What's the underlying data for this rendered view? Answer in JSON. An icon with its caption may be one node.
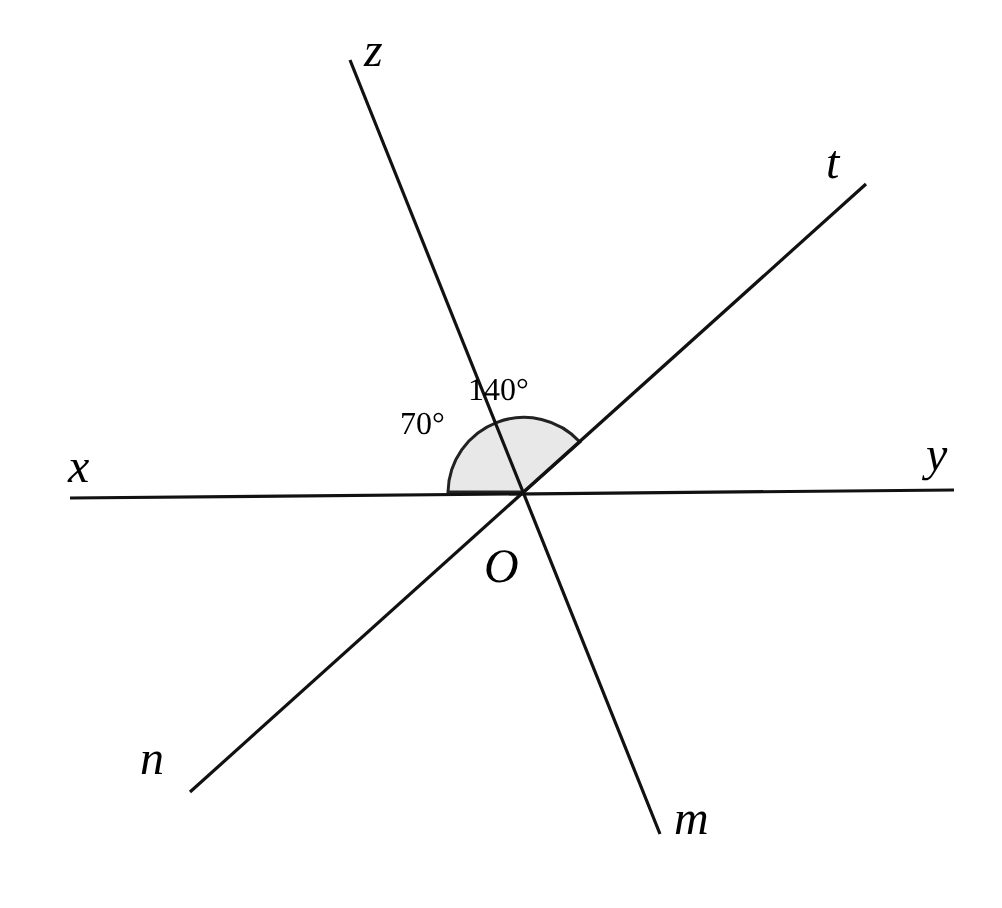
{
  "diagram": {
    "labels": [
      "z",
      "t",
      "x",
      "y",
      "70°",
      "140°",
      "O",
      "n",
      "m"
    ]
  }
}
